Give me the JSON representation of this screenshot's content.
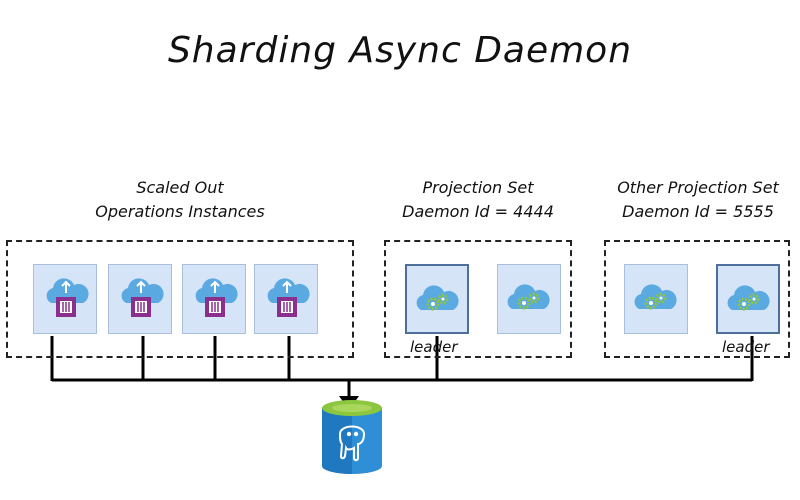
{
  "title": "Sharding Async Daemon",
  "groups": {
    "operations": {
      "label_line1": "Scaled Out",
      "label_line2": "Operations Instances",
      "instance_count": 4,
      "icon": "cloud-upload-container-icon"
    },
    "projection": {
      "label_line1": "Projection Set",
      "label_line2": "Daemon Id = 4444",
      "leader_text": "leader",
      "icon": "cloud-gears-icon"
    },
    "other_projection": {
      "label_line1": "Other Projection Set",
      "label_line2": "Daemon Id = 5555",
      "leader_text": "leader",
      "icon": "cloud-gears-icon"
    }
  },
  "database": {
    "icon": "postgresql-database-icon"
  },
  "colors": {
    "tile_fill": "#d6e4f8",
    "cloud": "#5aa9e0",
    "container": "#8b2f8f",
    "gear": "#8cc63f",
    "db_top": "#8cc63f",
    "db_body": "#2f8fd6"
  }
}
